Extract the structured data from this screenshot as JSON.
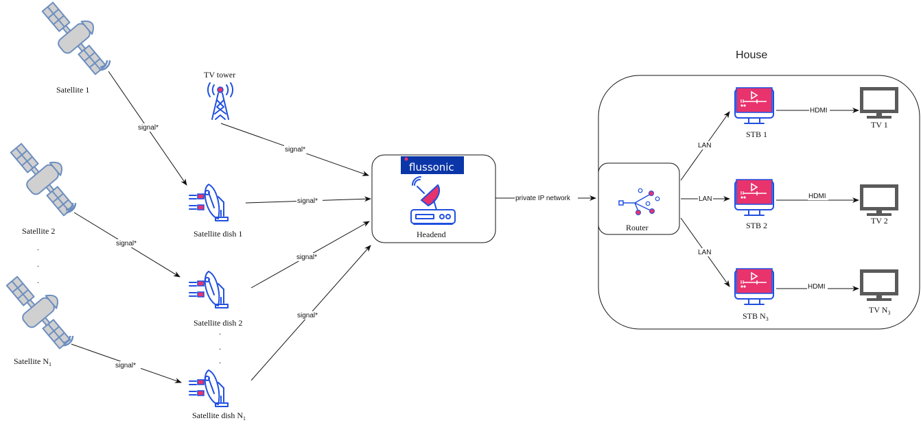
{
  "diagram": {
    "house_title": "House",
    "colors": {
      "satellite_stroke": "#6c8ebf",
      "satellite_fill": "#d0d0d0",
      "icon_blue": "#1f4fe0",
      "accent_pink": "#e8336d",
      "flussonic_bg": "#0b36a8",
      "tv_gray": "#5a5a5a"
    },
    "nodes": {
      "satellite_1": "Satellite 1",
      "satellite_2": "Satellite 2",
      "satellite_n1": "Satellite  N",
      "satellite_n1_sub": "1",
      "tv_tower": "TV tower",
      "dish_1": "Satellite dish 1",
      "dish_2": "Satellite dish 2",
      "dish_n1": "Satellite dish N",
      "dish_n1_sub": "1",
      "headend": "Headend",
      "flussonic_logo": "flussonic",
      "router": "Router",
      "stb_1": "STB 1",
      "stb_2": "STB 2",
      "stb_n3": "STB N",
      "stb_n3_sub": "3",
      "tv_1": "TV 1",
      "tv_2": "TV 2",
      "tv_n3": "TV N",
      "tv_n3_sub": "3"
    },
    "edges": {
      "sat1_to_dish1": "signal*",
      "sat2_to_dish2": "signal*",
      "satn_to_dishn": "signal*",
      "tower_to_headend": "signal*",
      "dish1_to_headend": "signal*",
      "dish2_to_headend": "signal*",
      "dishn_to_headend": "signal*",
      "headend_to_router": "private IP network",
      "router_to_stb1": "LAN",
      "router_to_stb2": "LAN",
      "router_to_stbn": "LAN",
      "stb1_to_tv1": "HDMI",
      "stb2_to_tv2": "HDMI",
      "stbn_to_tvn": "HDMI"
    },
    "ellipsis_dot": "."
  }
}
